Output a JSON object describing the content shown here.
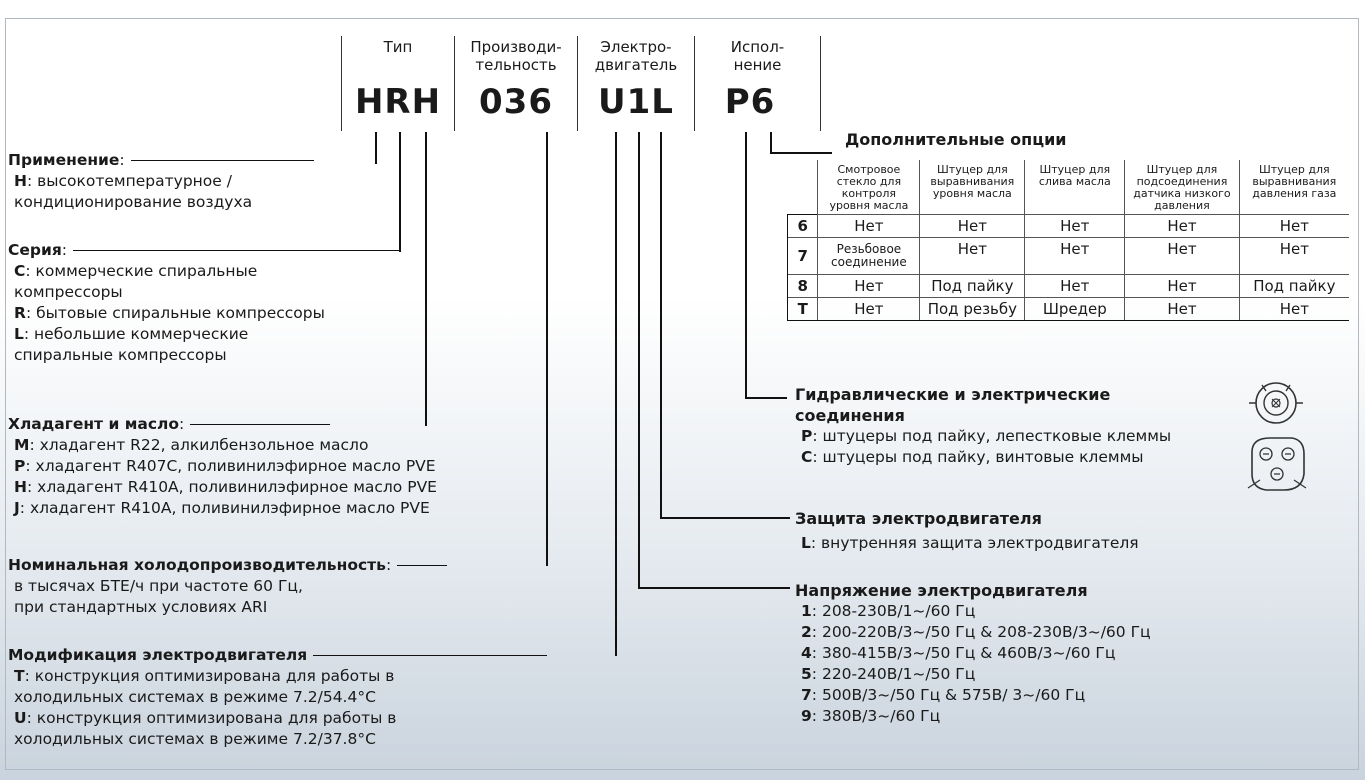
{
  "header": {
    "columns": [
      {
        "label": "Тип",
        "code": "HRH"
      },
      {
        "label": "Производи-\nтельность",
        "code": "036"
      },
      {
        "label": "Электро-\nдвигатель",
        "code": "U1L"
      },
      {
        "label": "Испол-\nнение",
        "code": "P6"
      }
    ]
  },
  "blocks": {
    "application": {
      "title": "Применение",
      "items": [
        {
          "k": "H",
          "v": "высокотемпературное /\nкондиционирование воздуха"
        }
      ]
    },
    "series": {
      "title": "Серия",
      "items": [
        {
          "k": "C",
          "v": "коммерческие спиральные\nкомпрессоры"
        },
        {
          "k": "R",
          "v": "бытовые спиральные компрессоры"
        },
        {
          "k": "L",
          "v": "небольшие коммерческие\nспиральные компрессоры"
        }
      ]
    },
    "refrigerant": {
      "title": "Хладагент и масло",
      "items": [
        {
          "k": "M",
          "v": "хладагент R22, алкилбензольное масло"
        },
        {
          "k": "P",
          "v": "хладагент R407C, поливинилэфирное масло PVE"
        },
        {
          "k": "H",
          "v": "хладагент R410A, поливинилэфирное масло PVE"
        },
        {
          "k": "J",
          "v": "хладагент R410A, поливинилэфирное масло PVE"
        }
      ]
    },
    "capacity": {
      "title": "Номинальная холодопроизводительность",
      "text": "в тысячах БТЕ/ч при частоте 60 Гц,\nпри стандартных условиях ARI"
    },
    "motor_mod": {
      "title": "Модификация электродвигателя",
      "items": [
        {
          "k": "T",
          "v": "конструкция оптимизирована для работы в\nхолодильных системах в режиме 7.2/54.4°C"
        },
        {
          "k": "U",
          "v": "конструкция оптимизирована для работы в\nхолодильных системах в режиме 7.2/37.8°C"
        }
      ]
    },
    "connections": {
      "title": "Гидравлические и электрические\nсоединения",
      "items": [
        {
          "k": "P",
          "v": "штуцеры под пайку, лепестковые клеммы"
        },
        {
          "k": "C",
          "v": "штуцеры под пайку, винтовые клеммы"
        }
      ]
    },
    "motor_protection": {
      "title": "Защита электродвигателя",
      "items": [
        {
          "k": "L",
          "v": "внутренняя защита электродвигателя"
        }
      ]
    },
    "voltage": {
      "title": "Напряжение электродвигателя",
      "items": [
        {
          "k": "1",
          "v": "208-230В/1~/60 Гц"
        },
        {
          "k": "2",
          "v": "200-220В/3~/50 Гц & 208-230В/3~/60 Гц"
        },
        {
          "k": "4",
          "v": "380-415В/3~/50 Гц & 460В/3~/60 Гц"
        },
        {
          "k": "5",
          "v": "220-240В/1~/50 Гц"
        },
        {
          "k": "7",
          "v": "500В/3~/50 Гц & 575В/ 3~/60 Гц"
        },
        {
          "k": "9",
          "v": "380В/3~/60 Гц"
        }
      ]
    }
  },
  "options": {
    "title": "Дополнительные опции",
    "headers": [
      "Смотровое стекло для контроля уровня масла",
      "Штуцер для выравнивания уровня масла",
      "Штуцер для слива масла",
      "Штуцер для подсоединения датчика низкого давления",
      "Штуцер для выравнивания давления газа"
    ],
    "rows": [
      {
        "key": "6",
        "cells": [
          "Нет",
          "Нет",
          "Нет",
          "Нет",
          "Нет"
        ]
      },
      {
        "key": "7",
        "cells": [
          "Резьбовое соединение",
          "Нет",
          "Нет",
          "Нет",
          "Нет"
        ]
      },
      {
        "key": "8",
        "cells": [
          "Нет",
          "Под пайку",
          "Нет",
          "Нет",
          "Под пайку"
        ]
      },
      {
        "key": "T",
        "cells": [
          "Нет",
          "Под резьбу",
          "Шредер",
          "Нет",
          "Нет"
        ]
      }
    ]
  }
}
